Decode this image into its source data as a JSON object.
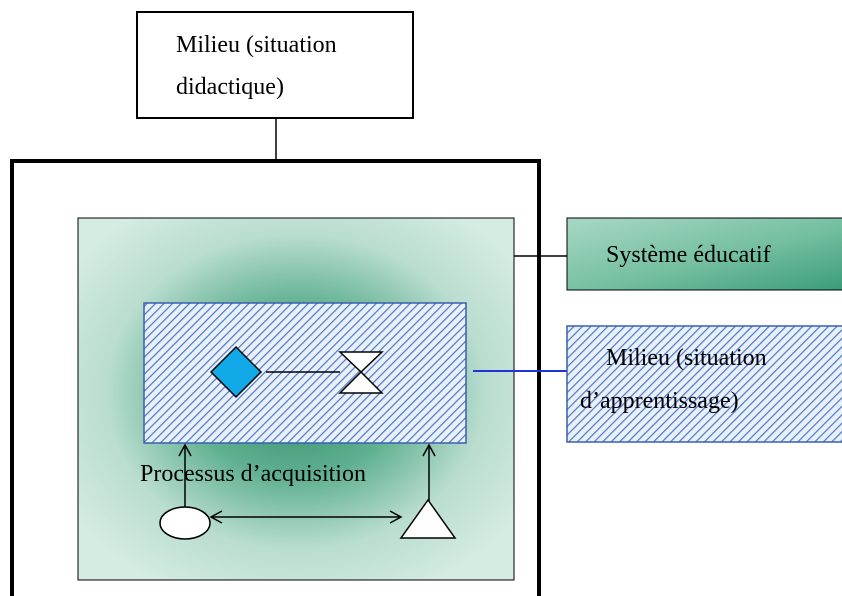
{
  "diagram": {
    "milieu_didactique": {
      "line1": "Milieu  (situation",
      "line2": "didactique)"
    },
    "systeme_educatif": {
      "label": "Système  éducatif"
    },
    "milieu_apprentissage": {
      "line1": "Milieu  (situation",
      "line2": "d’apprentissage)"
    },
    "processus": {
      "label": "Processus  d’acquisition"
    }
  },
  "colors": {
    "outer_border": "#000000",
    "system_fill": "#d3ebe1",
    "system_shadow": "#3c9a76",
    "hatch_fill": "#e6eef9",
    "hatch_line": "#4573c4",
    "diamond": "#11a9e8",
    "connector_blue": "#1f33d6"
  },
  "icons": [
    "diamond-icon",
    "hourglass-icon",
    "ellipse-icon",
    "triangle-icon"
  ]
}
